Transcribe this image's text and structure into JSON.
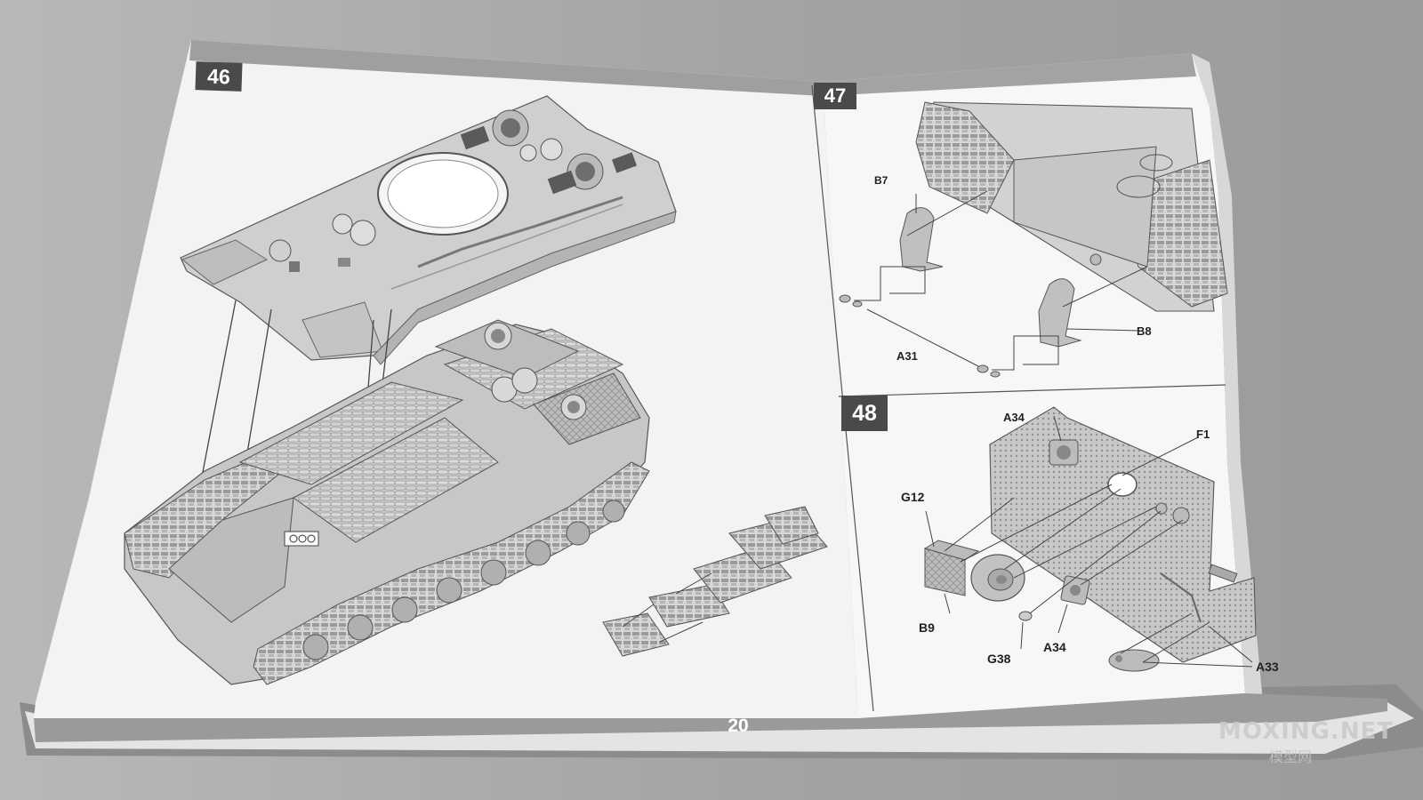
{
  "steps": {
    "s46": "46",
    "s47": "47",
    "s48": "48"
  },
  "parts47": {
    "b7": "B7",
    "b8": "B8",
    "a31": "A31"
  },
  "parts48": {
    "a34_top": "A34",
    "f1": "F1",
    "g12": "G12",
    "b9": "B9",
    "g38": "G38",
    "a34_bottom": "A34",
    "a33": "A33"
  },
  "page_number": "20",
  "watermark": {
    "text": "MOXING.NET",
    "sub": "模型网"
  }
}
